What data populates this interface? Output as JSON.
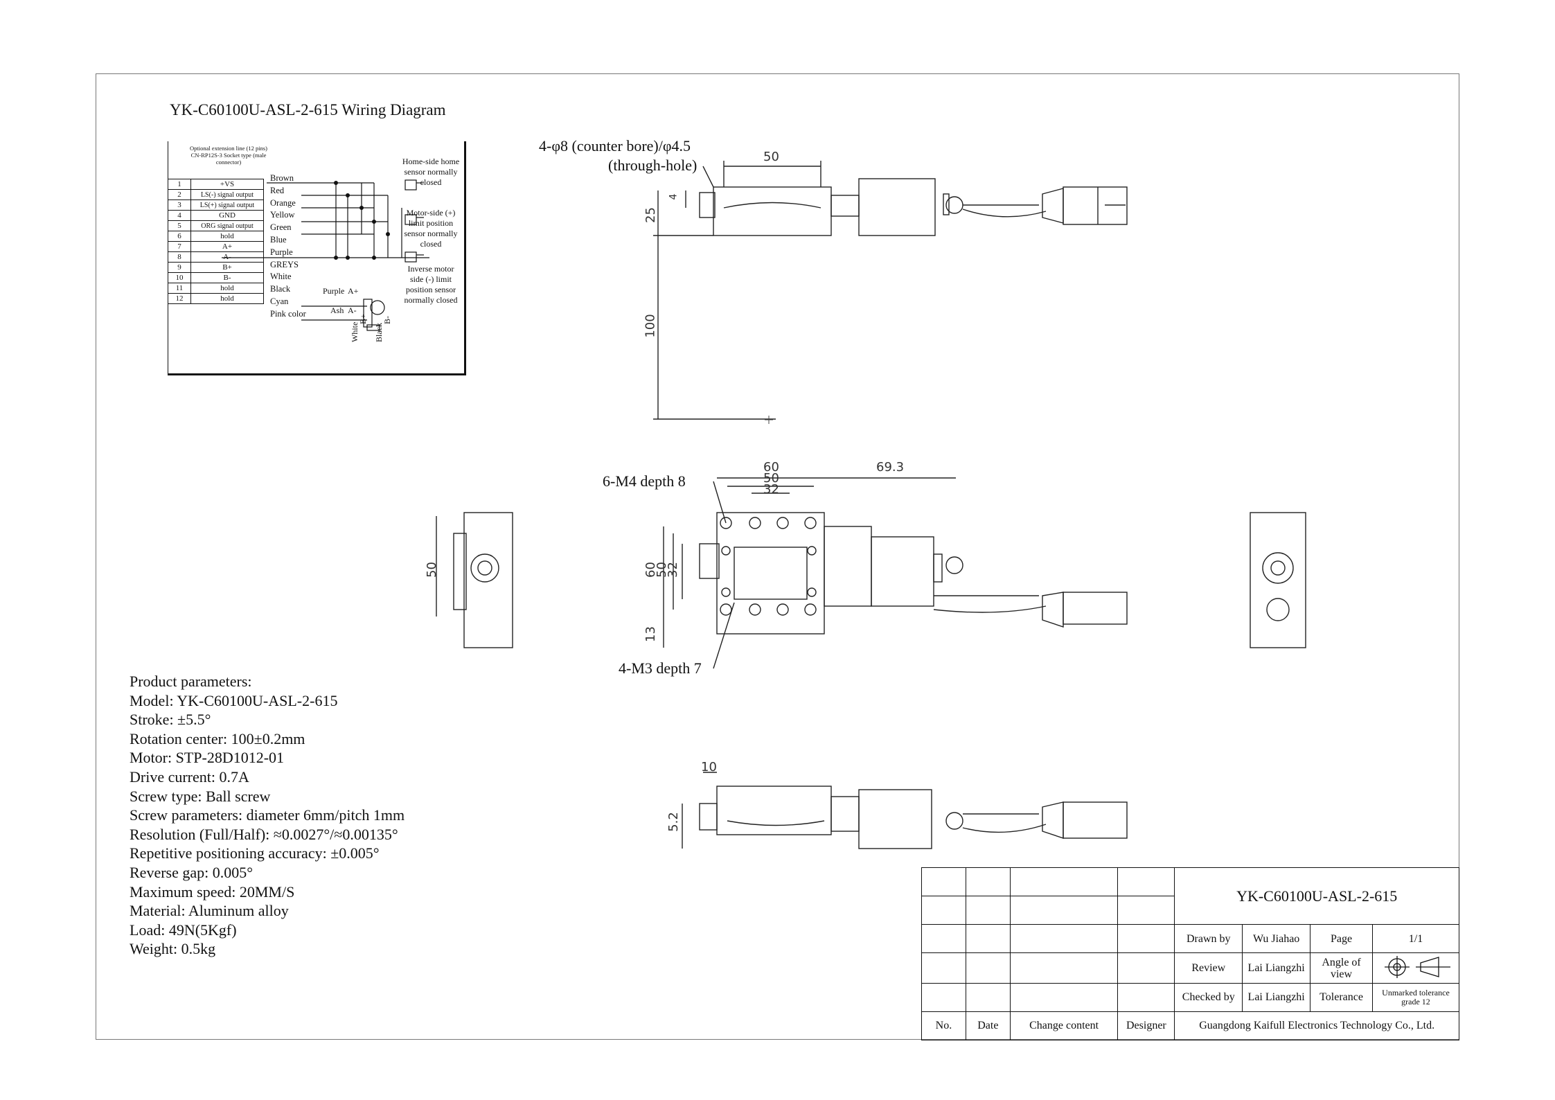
{
  "wiring": {
    "title": "YK-C60100U-ASL-2-615 Wiring Diagram",
    "connector_note": "Optional extension line (12 pins) CN-RP12S-3 Socket type (male connector)",
    "pins": [
      {
        "num": "1",
        "signal": "+VS"
      },
      {
        "num": "2",
        "signal": "LS(-) signal output"
      },
      {
        "num": "3",
        "signal": "LS(+) signal output"
      },
      {
        "num": "4",
        "signal": "GND"
      },
      {
        "num": "5",
        "signal": "ORG signal output"
      },
      {
        "num": "6",
        "signal": "hold"
      },
      {
        "num": "7",
        "signal": "A+"
      },
      {
        "num": "8",
        "signal": "A-"
      },
      {
        "num": "9",
        "signal": "B+"
      },
      {
        "num": "10",
        "signal": "B-"
      },
      {
        "num": "11",
        "signal": "hold"
      },
      {
        "num": "12",
        "signal": "hold"
      }
    ],
    "wires": [
      "Brown",
      "Red",
      "Orange",
      "Yellow",
      "Green",
      "Blue",
      "Purple",
      "GREYS",
      "White",
      "Black",
      "Cyan",
      "Pink color"
    ],
    "sensors": {
      "home": "Home-side home sensor normally closed",
      "motor_side": "Motor-side (+) limit position sensor normally closed",
      "inverse": "Inverse motor side (-) limit position sensor normally closed"
    },
    "motor_labels": {
      "purple": "Purple",
      "ash": "Ash",
      "a_plus": "A+",
      "a_minus": "A-",
      "white": "White",
      "black": "Black",
      "b_plus": "B+",
      "b_minus": "B-"
    }
  },
  "callouts": {
    "counter_bore": "4-φ8 (counter bore)/φ4.5",
    "through_hole": "(through-hole)",
    "m4": "6-M4 depth 8",
    "m3": "4-M3 depth 7"
  },
  "dimensions": {
    "top_50": "50",
    "top_25": "25",
    "top_4": "4",
    "top_100": "100",
    "mid_60": "60",
    "mid_50": "50",
    "mid_32": "32",
    "mid_69_3": "69.3",
    "left_60": "60",
    "left_50": "50",
    "left_32": "32",
    "left_13": "13",
    "side_50": "50",
    "bot_10": "10",
    "bot_5_2": "5.2"
  },
  "params": {
    "heading": "Product parameters:",
    "lines": [
      "Model: YK-C60100U-ASL-2-615",
      "Stroke: ±5.5°",
      "Rotation center: 100±0.2mm",
      "Motor: STP-28D1012-01",
      "Drive current: 0.7A",
      "Screw type: Ball screw",
      "Screw parameters: diameter 6mm/pitch 1mm",
      "Resolution (Full/Half): ≈0.0027°/≈0.00135°",
      "Repetitive positioning accuracy: ±0.005°",
      "Reverse gap: 0.005°",
      "Maximum speed: 20MM/S",
      "Material: Aluminum alloy",
      "Load: 49N(5Kgf)",
      "Weight: 0.5kg"
    ]
  },
  "title_block": {
    "model": "YK-C60100U-ASL-2-615",
    "drawn_by_label": "Drawn by",
    "drawn_by": "Wu Jiahao",
    "page_label": "Page",
    "page": "1/1",
    "review_label": "Review",
    "review": "Lai Liangzhi",
    "angle_label": "Angle of view",
    "checked_label": "Checked by",
    "checked": "Lai Liangzhi",
    "tolerance_label": "Tolerance",
    "tolerance": "Unmarked tolerance grade 12",
    "col_no": "No.",
    "col_date": "Date",
    "col_change": "Change content",
    "col_designer": "Designer",
    "company": "Guangdong Kaifull Electronics Technology Co., Ltd."
  }
}
